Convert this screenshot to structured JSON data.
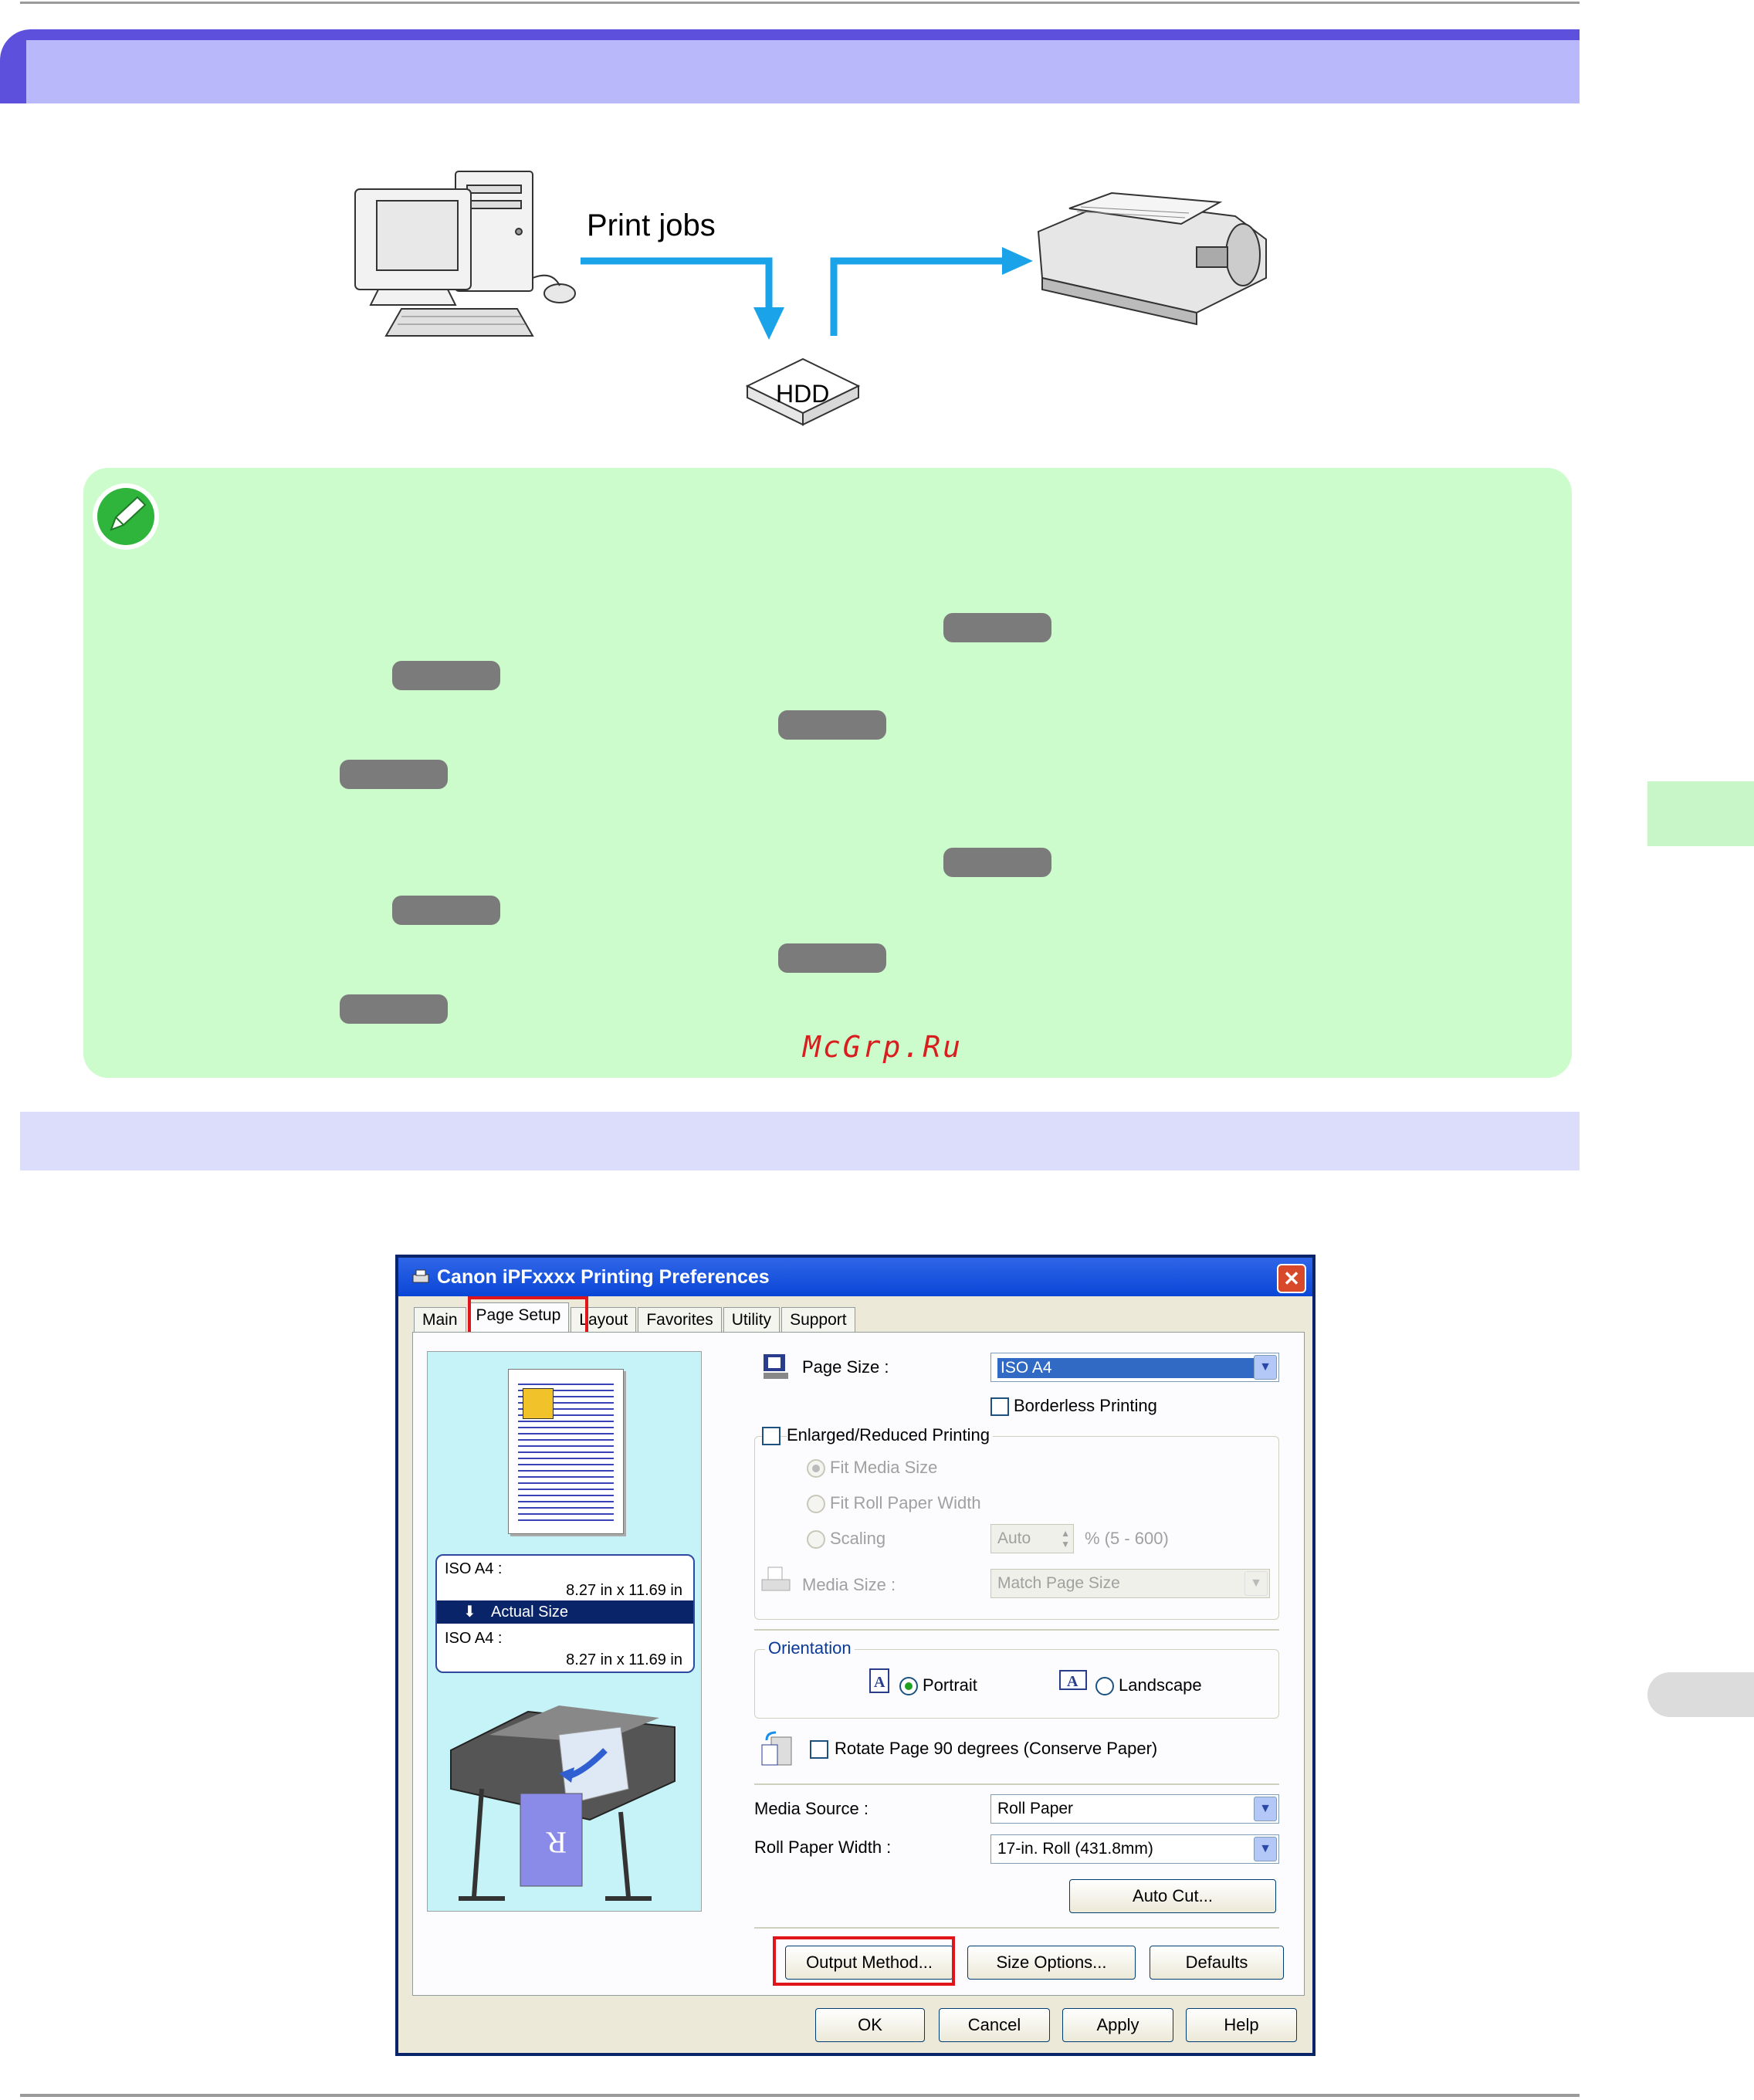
{
  "diagram": {
    "print_jobs_label": "Print jobs",
    "hdd_label": "HDD",
    "arrow_color": "#1aa3e8"
  },
  "watermark": "McGrp.Ru",
  "dialog": {
    "title": "Canon iPFxxxx Printing Preferences",
    "tabs": [
      "Main",
      "Page Setup",
      "Layout",
      "Favorites",
      "Utility",
      "Support"
    ],
    "active_tab": "Page Setup",
    "preview": {
      "top_size_label": "ISO A4 :",
      "top_size_value": "8.27 in x 11.69 in",
      "actual_size": "Actual Size",
      "bottom_size_label": "ISO A4 :",
      "bottom_size_value": "8.27 in x 11.69 in"
    },
    "page_size_label": "Page Size :",
    "page_size_value": "ISO A4",
    "borderless_label": "Borderless Printing",
    "enlarged_label": "Enlarged/Reduced Printing",
    "fit_media_label": "Fit Media Size",
    "fit_roll_label": "Fit Roll Paper Width",
    "scaling_label": "Scaling",
    "scaling_value": "Auto",
    "scaling_range": "% (5 - 600)",
    "media_size_label": "Media Size :",
    "media_size_value": "Match Page Size",
    "orientation_label": "Orientation",
    "portrait_label": "Portrait",
    "landscape_label": "Landscape",
    "rotate_label": "Rotate Page 90 degrees (Conserve Paper)",
    "media_source_label": "Media Source :",
    "media_source_value": "Roll Paper",
    "roll_width_label": "Roll Paper Width :",
    "roll_width_value": "17-in. Roll (431.8mm)",
    "auto_cut_button": "Auto Cut...",
    "output_method_button": "Output Method...",
    "size_options_button": "Size Options...",
    "defaults_button": "Defaults",
    "ok_button": "OK",
    "cancel_button": "Cancel",
    "apply_button": "Apply",
    "help_button": "Help"
  }
}
